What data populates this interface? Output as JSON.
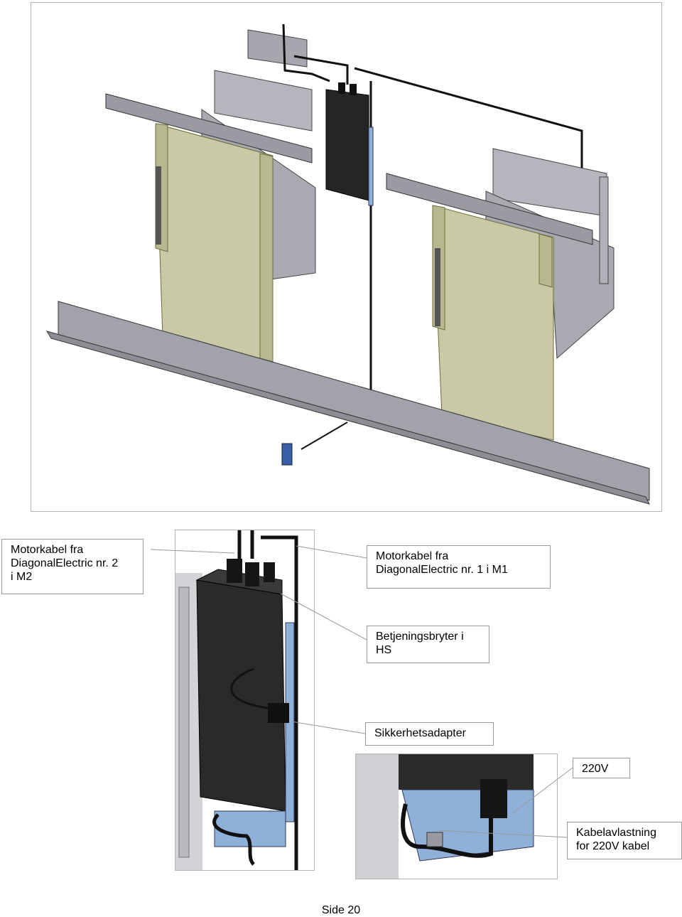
{
  "labels": {
    "motor_m2": "Motorkabel fra\nDiagonalElectric nr. 2\ni M2",
    "motor_m1": "Motorkabel fra\nDiagonalElectric nr. 1 i M1",
    "switch": "Betjeningsbryter i\nHS",
    "safety": "Sikkerhetsadapter",
    "v220": "220V",
    "strain": "Kabelavlastning\nfor 220V kabel"
  },
  "footer": {
    "page": "Side 20"
  },
  "colors": {
    "frame_gray": "#9a9aa3",
    "panel_olive": "#c9c9a6",
    "unit_black": "#252525",
    "mount_blue": "#8fb0d8"
  }
}
